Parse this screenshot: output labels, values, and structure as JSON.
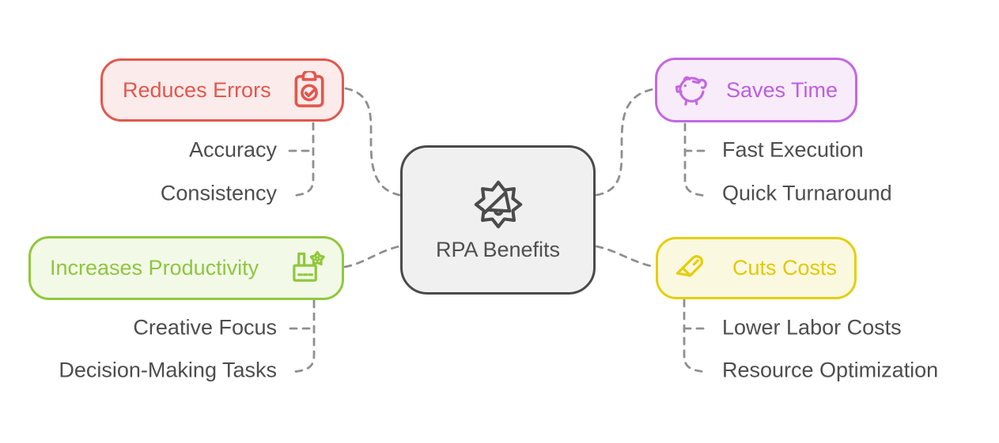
{
  "diagram": {
    "title": "RPA Benefits",
    "connector_color": "#8f8f8f",
    "child_text_color": "#4d4d4d",
    "center_node": {
      "label": "RPA Benefits",
      "icon": "gear-megaphone-icon",
      "border_color": "#4a4a4a",
      "fill_color": "#f0f0f0",
      "text_color": "#4f4f4f"
    },
    "branches": [
      {
        "label": "Reduces Errors",
        "icon": "clipboard-check-icon",
        "position": "top-left",
        "border_color": "#e2574d",
        "fill_color": "#fbebea",
        "text_color": "#e2574d",
        "children": [
          "Accuracy",
          "Consistency"
        ]
      },
      {
        "label": "Saves Time",
        "icon": "piggy-bank-icon",
        "position": "top-right",
        "border_color": "#c367e2",
        "fill_color": "#f8ecfa",
        "text_color": "#be5ee0",
        "children": [
          "Fast Execution",
          "Quick Turnaround"
        ]
      },
      {
        "label": "Increases Productivity",
        "icon": "factory-gear-icon",
        "position": "bottom-left",
        "border_color": "#90c83c",
        "fill_color": "#f3f9e7",
        "text_color": "#8ec63f",
        "children": [
          "Creative Focus",
          "Decision-Making Tasks"
        ]
      },
      {
        "label": "Cuts Costs",
        "icon": "utility-knife-icon",
        "position": "bottom-right",
        "border_color": "#e5ce0d",
        "fill_color": "#fbf8e0",
        "text_color": "#e0ca00",
        "children": [
          "Lower Labor Costs",
          "Resource Optimization"
        ]
      }
    ]
  }
}
